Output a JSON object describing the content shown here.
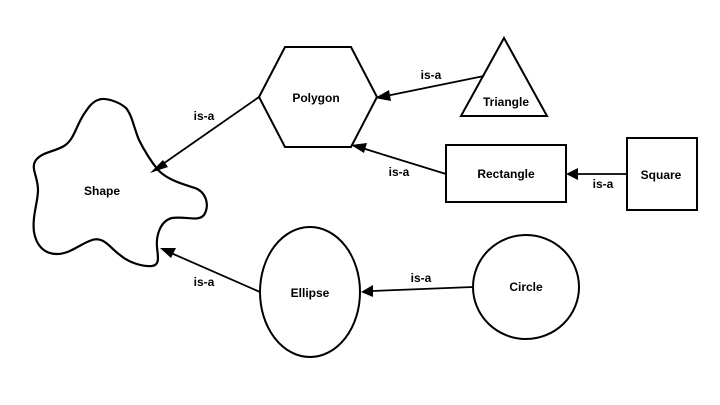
{
  "nodes": {
    "shape": "Shape",
    "polygon": "Polygon",
    "triangle": "Triangle",
    "rectangle": "Rectangle",
    "square": "Square",
    "ellipse": "Ellipse",
    "circle": "Circle"
  },
  "edges": {
    "polygon_shape": "is-a",
    "triangle_polygon": "is-a",
    "rectangle_polygon": "is-a",
    "square_rectangle": "is-a",
    "ellipse_shape": "is-a",
    "circle_ellipse": "is-a"
  },
  "colors": {
    "stroke": "#000000",
    "background": "#ffffff"
  }
}
